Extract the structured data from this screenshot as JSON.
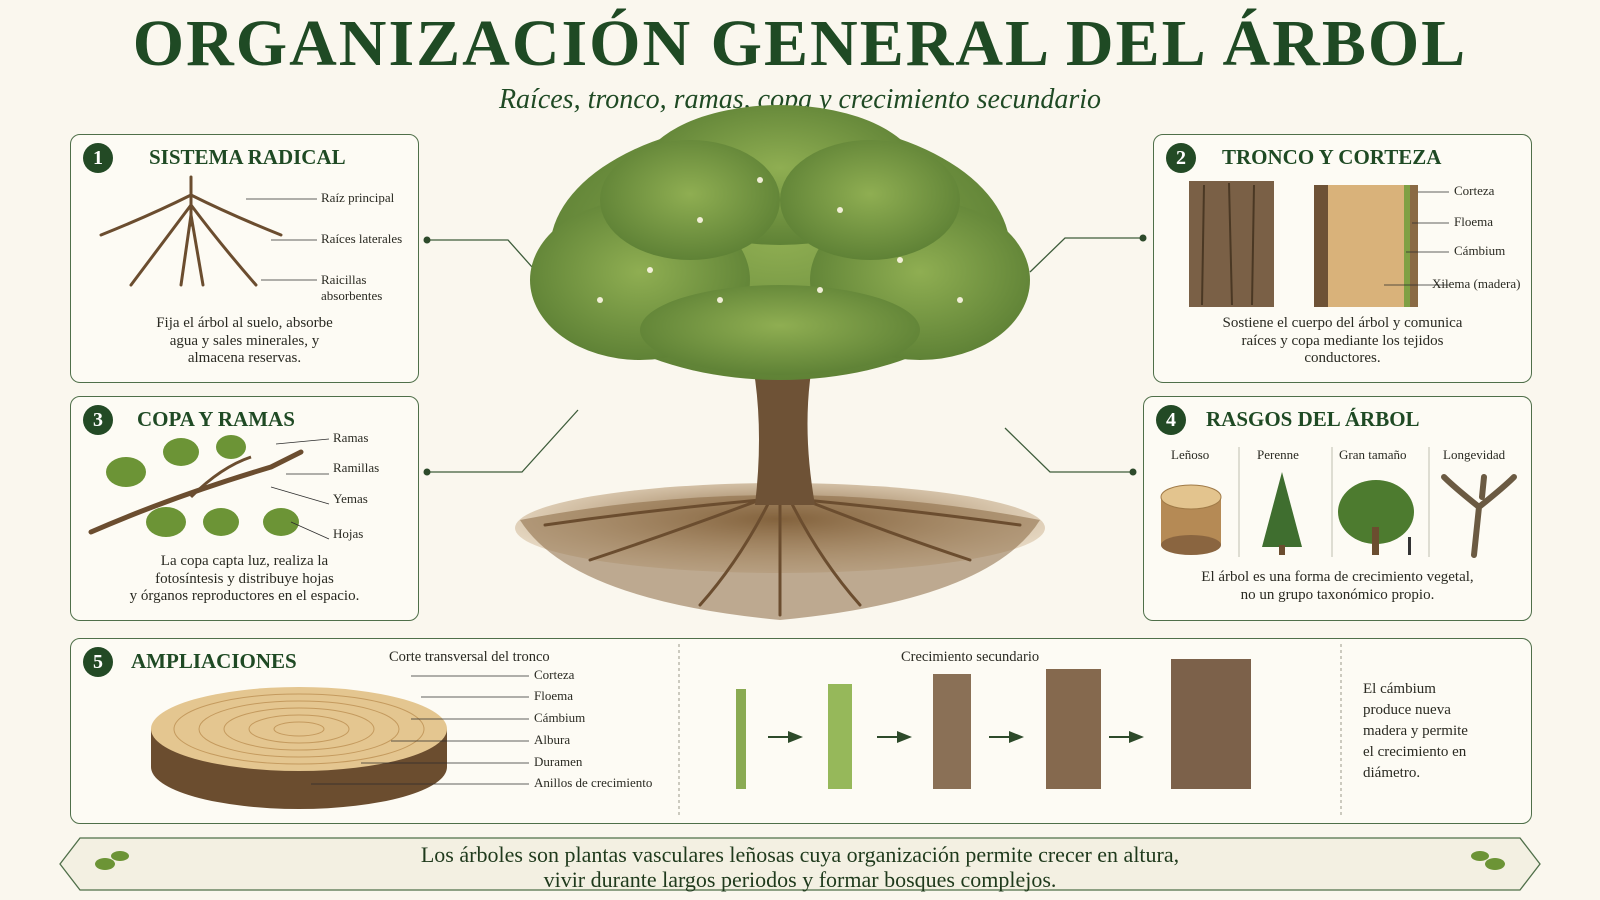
{
  "title": "ORGANIZACIÓN GENERAL DEL ÁRBOL",
  "subtitle": "Raíces, tronco, ramas, copa y crecimiento secundario",
  "panels": {
    "p1": {
      "number": "1",
      "title": "SISTEMA RADICAL",
      "labels": [
        "Raíz principal",
        "Raíces laterales",
        "Raicillas",
        "absorbentes"
      ],
      "desc": [
        "Fija el árbol al suelo, absorbe",
        "agua y sales minerales, y",
        "almacena reservas."
      ]
    },
    "p2": {
      "number": "2",
      "title": "TRONCO Y CORTEZA",
      "labels": [
        "Corteza",
        "Floema",
        "Cámbium",
        "Xilema (madera)"
      ],
      "desc": [
        "Sostiene el cuerpo del árbol y comunica",
        "raíces y copa mediante los tejidos",
        "conductores."
      ]
    },
    "p3": {
      "number": "3",
      "title": "COPA Y RAMAS",
      "labels": [
        "Ramas",
        "Ramillas",
        "Yemas",
        "Hojas"
      ],
      "desc": [
        "La copa capta luz, realiza la",
        "fotosíntesis y distribuye hojas",
        "y órganos reproductores en el espacio."
      ]
    },
    "p4": {
      "number": "4",
      "title": "RASGOS DEL ÁRBOL",
      "traits": [
        "Leñoso",
        "Perenne",
        "Gran tamaño",
        "Longevidad"
      ],
      "desc": [
        "El árbol es una forma de crecimiento vegetal,",
        "no un grupo taxonómico propio."
      ]
    },
    "p5": {
      "number": "5",
      "title": "AMPLIACIONES",
      "section_a": "Corte transversal del tronco",
      "labels": [
        "Corteza",
        "Floema",
        "Cámbium",
        "Albura",
        "Duramen",
        "Anillos de crecimiento"
      ],
      "section_b": "Crecimiento secundario",
      "side_text": [
        "El cámbium",
        "produce nueva",
        "madera y permite",
        "el crecimiento en",
        "diámetro."
      ]
    }
  },
  "footer": [
    "Los árboles son plantas vasculares leñosas cuya organización permite crecer en altura,",
    "vivir durante largos periodos y formar bosques complejos."
  ],
  "colors": {
    "accent": "#1f4a24",
    "panel_border": "#4f6f49",
    "background": "#faf7ee"
  }
}
